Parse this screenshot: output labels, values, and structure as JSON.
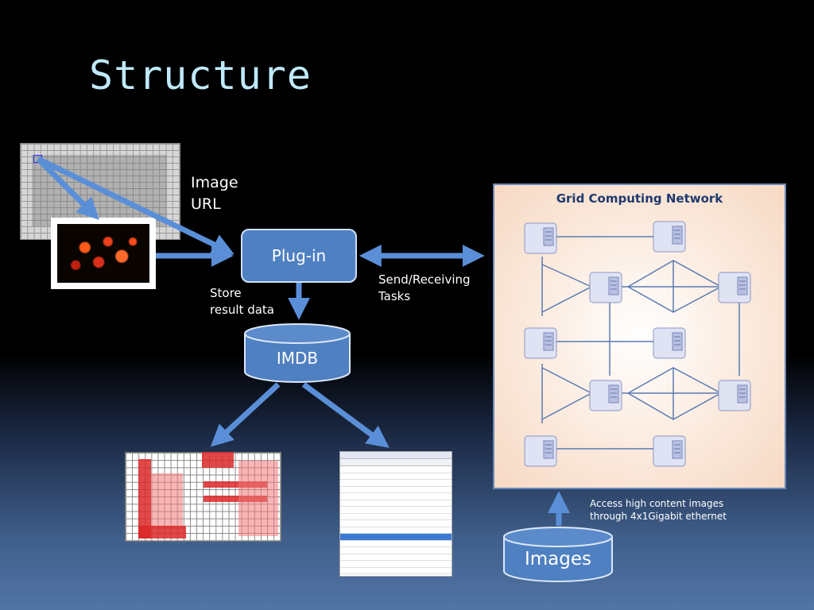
{
  "slide": {
    "title": "Structure",
    "colors": {
      "title": "#bfe9fb",
      "node": "#4f80c2",
      "arrow": "#5a8fd8"
    }
  },
  "labels": {
    "image_url": "Image\nURL",
    "store_result": "Store\nresult data",
    "send_receiving": "Send/Receiving\n Tasks",
    "access": "Access high content images\nthrough 4x1Gigabit ethernet"
  },
  "nodes": {
    "plugin": "Plug-in",
    "imdb": "IMDB",
    "images": "Images"
  },
  "network": {
    "title": "Grid Computing Network",
    "icon": "server-icon"
  }
}
